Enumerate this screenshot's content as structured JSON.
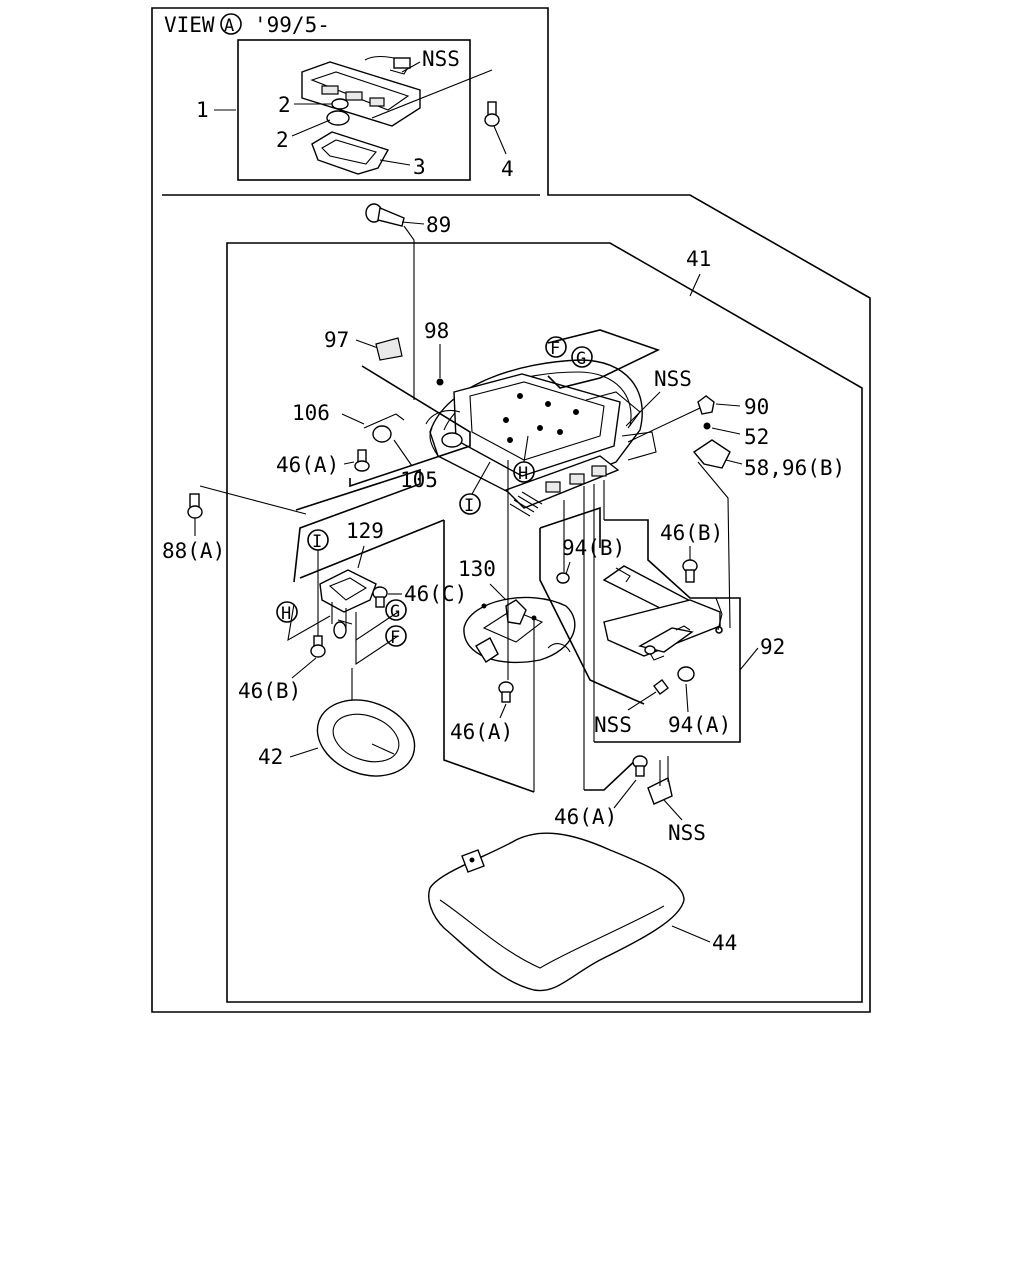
{
  "header": {
    "view_word": "VIEW",
    "view_circle": "A",
    "view_date": "'99/5-"
  },
  "labels": {
    "nss_top": "NSS",
    "p1": "1",
    "p2a": "2",
    "p2b": "2",
    "p3": "3",
    "p4": "4",
    "p89": "89",
    "p41": "41",
    "p97": "97",
    "p98": "98",
    "pF_top": "F",
    "pG_top": "G",
    "nss_mid": "NSS",
    "p90": "90",
    "p106": "106",
    "p52": "52",
    "p46A_left": "46(A)",
    "p105": "105",
    "pH_mid": "H",
    "p5896B": "58,96(B)",
    "pI_mid": "I",
    "p88A": "88(A)",
    "p129": "129",
    "pI_left": "I",
    "p94B": "94(B)",
    "p46B_right": "46(B)",
    "p130": "130",
    "p46C": "46(C)",
    "pH_left": "H",
    "pG_left": "G",
    "pF_left": "F",
    "p92": "92",
    "p46B_left": "46(B)",
    "nss_right": "NSS",
    "p94A": "94(A)",
    "p46A_center": "46(A)",
    "p42": "42",
    "p46A_bottom": "46(A)",
    "nss_bottom": "NSS",
    "p44": "44"
  }
}
